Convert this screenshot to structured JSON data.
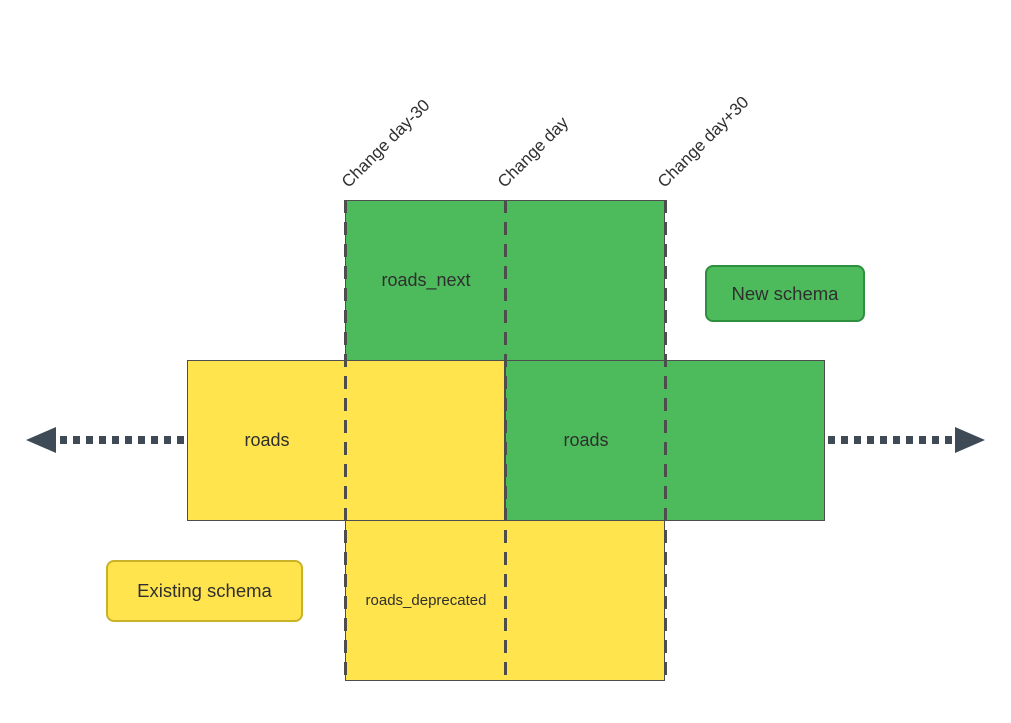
{
  "diagram": {
    "timeline_labels": [
      "Change day-30",
      "Change day",
      "Change day+30"
    ],
    "boxes": [
      {
        "id": "roads_next",
        "label": "roads_next",
        "schema": "new"
      },
      {
        "id": "roads_existing",
        "label": "roads",
        "schema": "existing"
      },
      {
        "id": "roads_new",
        "label": "roads",
        "schema": "new"
      },
      {
        "id": "roads_deprecated",
        "label": "roads_deprecated",
        "schema": "existing"
      }
    ],
    "legend": [
      {
        "label": "New schema",
        "schema": "new"
      },
      {
        "label": "Existing schema",
        "schema": "existing"
      }
    ],
    "colors": {
      "new_schema_fill": "#4dbb5c",
      "new_schema_border": "#2e8f3f",
      "existing_schema_fill": "#ffe44d",
      "existing_schema_border": "#c9b227",
      "box_border": "#4d4d4d",
      "dashed_line": "#4d4d4d",
      "arrow": "#3e4a56",
      "text": "#2f2f2f"
    }
  }
}
